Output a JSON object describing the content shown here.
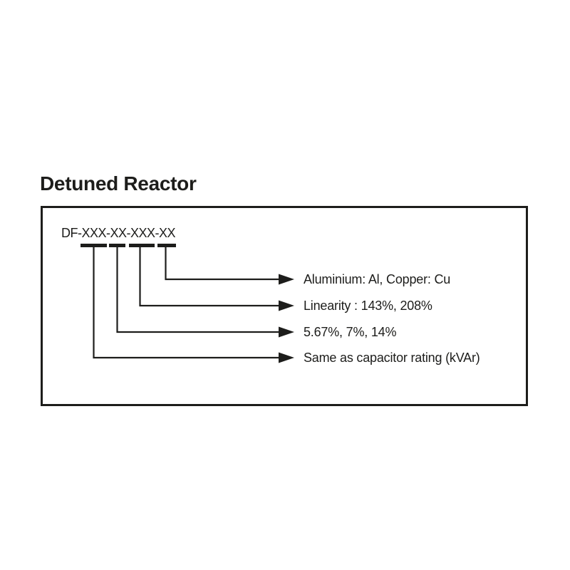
{
  "title": "Detuned Reactor",
  "diagram": {
    "part_number": "DF-XXX-XX-XXX-XX",
    "underlined_segments": [
      "XXX",
      "XX",
      "XXX",
      "XX"
    ],
    "legend": [
      {
        "text": "Aluminium: Al, Copper: Cu"
      },
      {
        "text": "Linearity : 143%, 208%"
      },
      {
        "text": "5.67%, 7%, 14%"
      },
      {
        "text": "Same as capacitor rating (kVAr)"
      }
    ]
  },
  "colors": {
    "ink": "#1d1d1b",
    "background": "#ffffff"
  }
}
